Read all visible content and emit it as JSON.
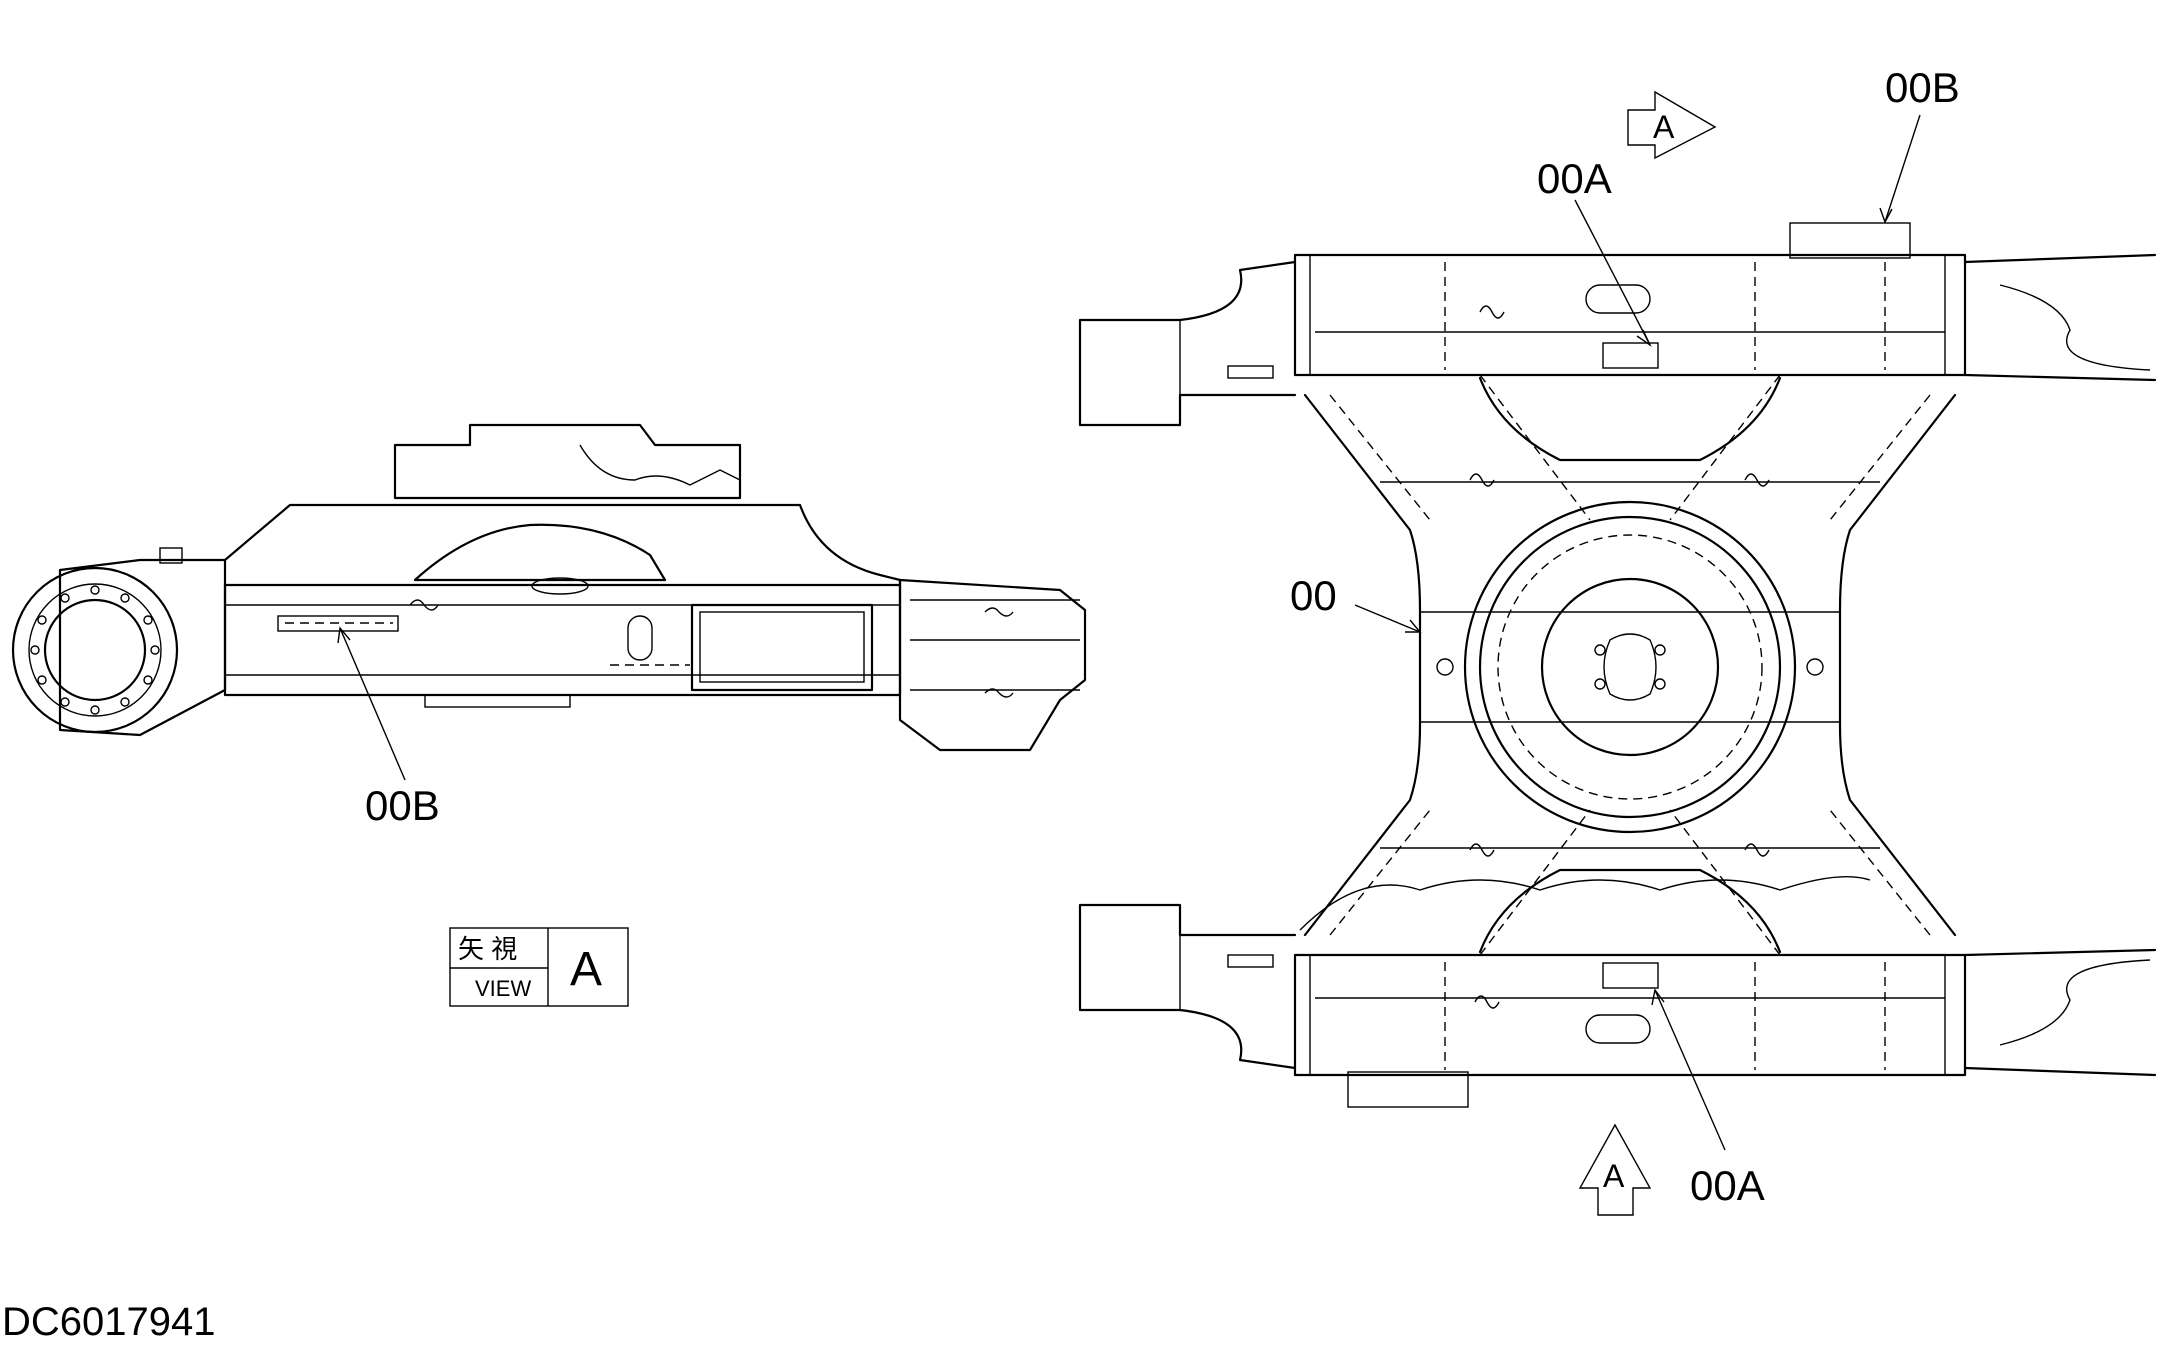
{
  "callouts": {
    "part_00": "00",
    "part_00a_top": "00A",
    "part_00a_bottom": "00A",
    "part_00b_top": "00B",
    "part_00b_side": "00B"
  },
  "view_arrows": {
    "top": "A",
    "bottom": "A"
  },
  "view_box": {
    "kanji": "矢 視",
    "word": "VIEW",
    "letter": "A"
  },
  "drawing_code": "DC6017941"
}
